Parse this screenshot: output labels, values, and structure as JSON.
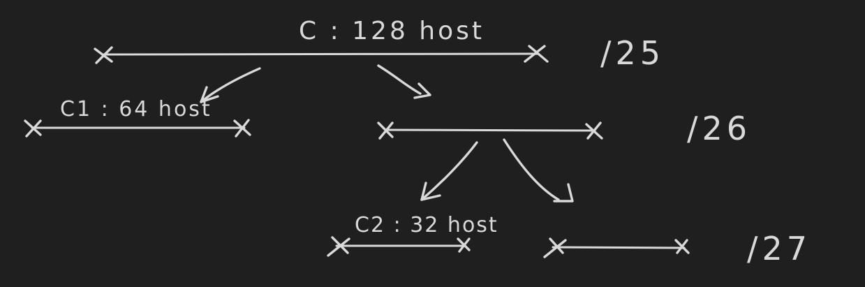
{
  "diagram": {
    "title": "C : 128 host",
    "nodes": {
      "c": {
        "label": "C : 128 host"
      },
      "c1": {
        "label": "C1 : 64 host"
      },
      "c2": {
        "label": "C2 : 32 host"
      }
    },
    "prefixes": [
      "/25",
      "/26",
      "/27"
    ],
    "stroke_color": "#d9d9d9",
    "background_color": "#1f1f1f"
  }
}
